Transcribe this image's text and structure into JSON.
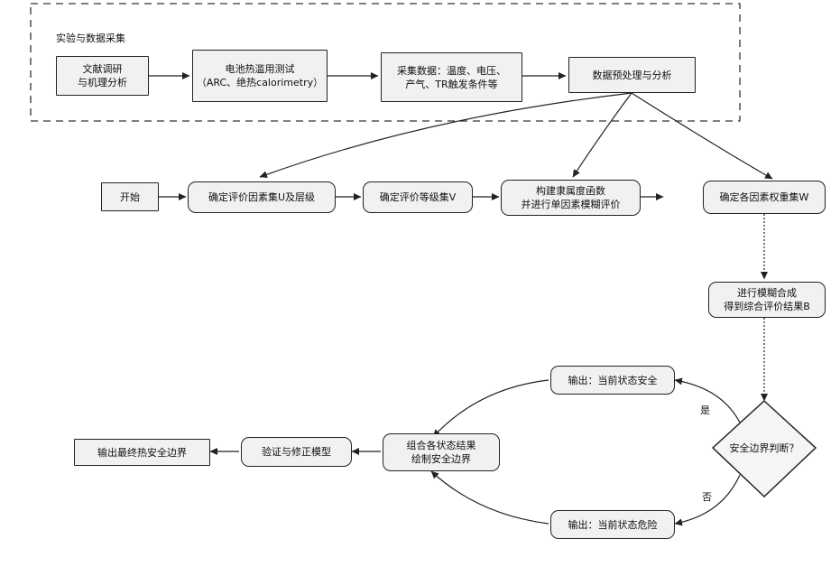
{
  "group": {
    "title": "实验与数据采集"
  },
  "nodes": {
    "lit_review": "文献调研\n与机理分析",
    "thermal_test": "电池热滥用测试\n（ARC、绝热calorimetry）",
    "collect_data": "采集数据：温度、电压、\n产气、TR触发条件等",
    "data_process": "数据预处理与分析",
    "start": "开始",
    "factor_set": "确定评价因素集U及层级",
    "comment_set": "确定评价等级集V",
    "membership": "构建隶属度函数\n并进行单因素模糊评价",
    "weights": "确定各因素权重集W",
    "fuzzy_eval": "进行模糊合成\n得到综合评价结果B",
    "decision": "安全边界判断？",
    "out_safe": "输出：当前状态安全",
    "out_danger": "输出：当前状态危险",
    "combine": "组合各状态结果\n绘制安全边界",
    "validate": "验证与修正模型",
    "final_output": "输出最终热安全边界"
  },
  "labels": {
    "yes": "是",
    "no": "否"
  }
}
